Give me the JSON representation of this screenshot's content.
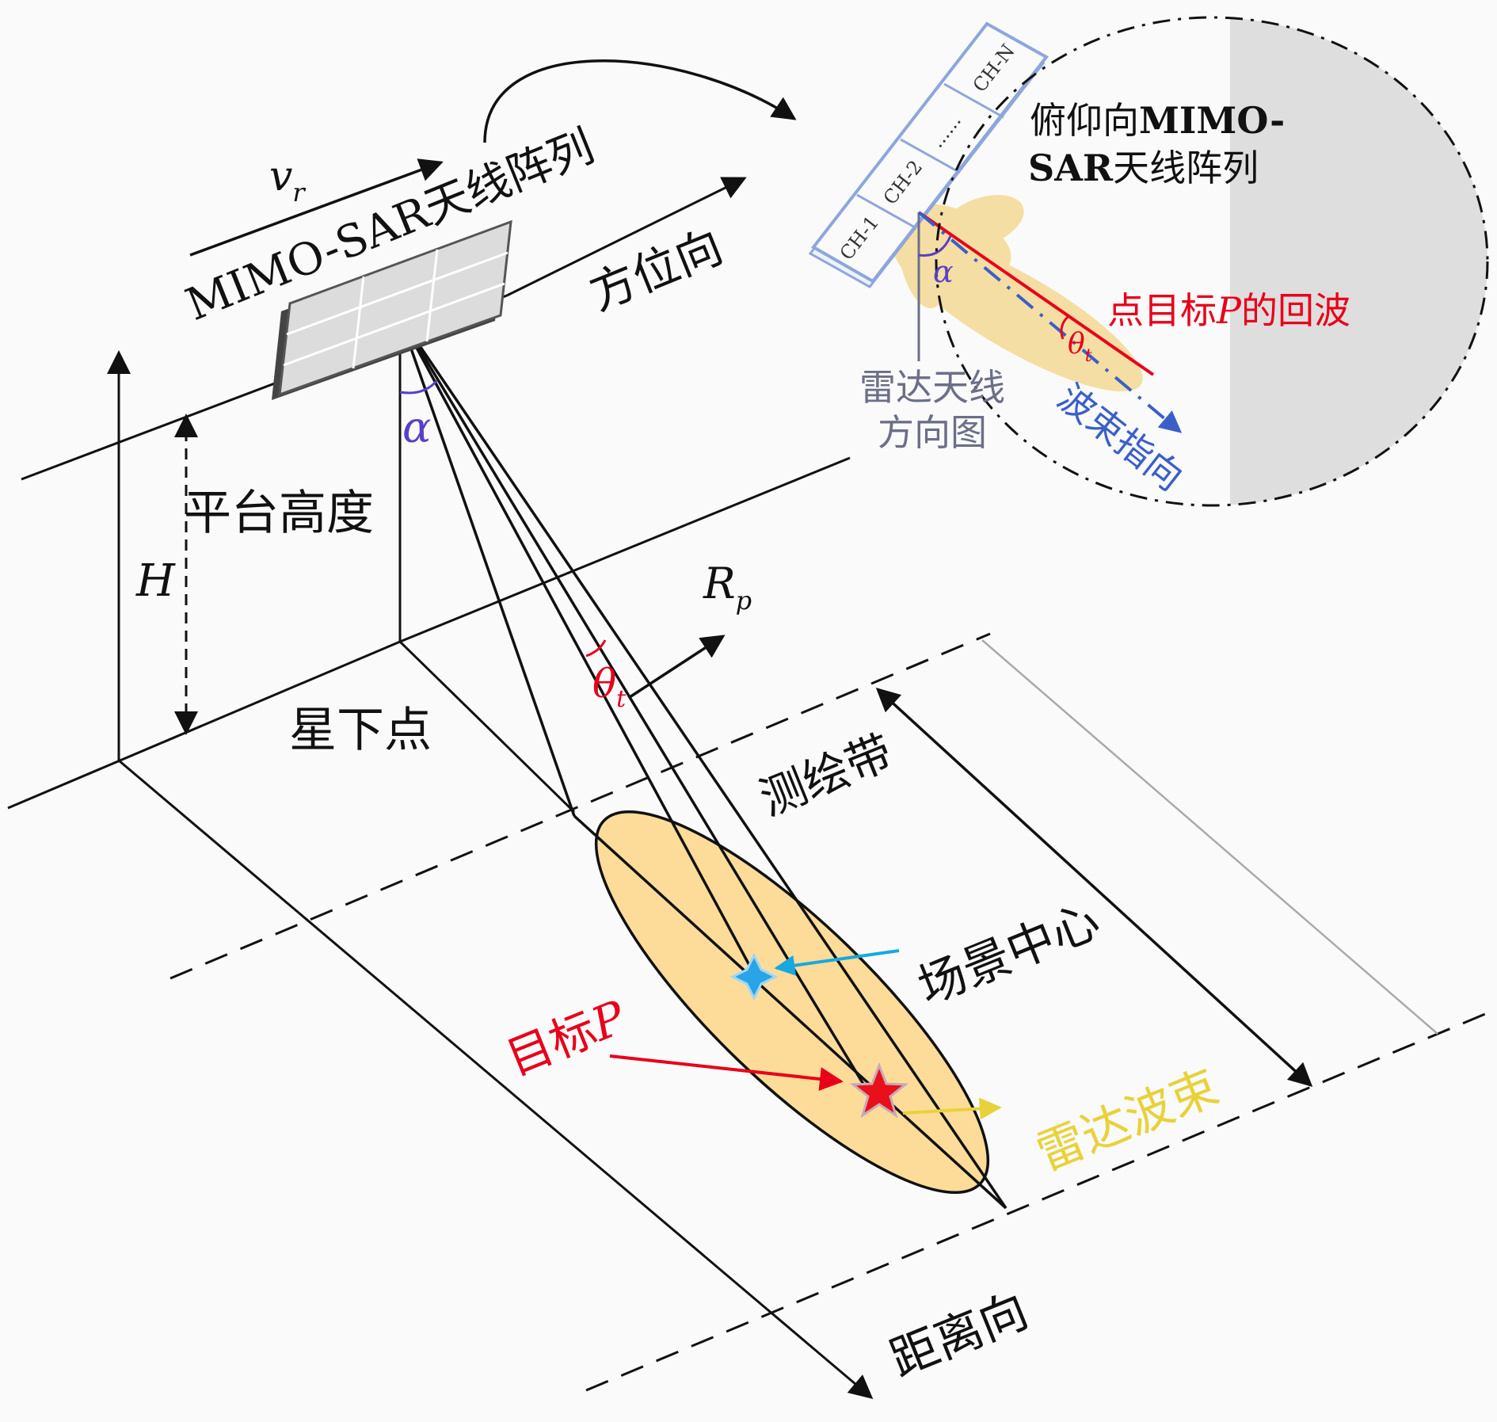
{
  "labels": {
    "antenna_array": "MIMO-SAR天线阵列",
    "velocity_var": "v",
    "velocity_sub": "r",
    "azimuth": "方位向",
    "platform_height": "平台高度",
    "height_var": "H",
    "nadir": "星下点",
    "alpha": "α",
    "rp_var": "R",
    "rp_sub": "p",
    "theta_var": "θ",
    "theta_sub": "t",
    "swath": "测绘带",
    "scene_center": "场景中心",
    "target": "目标",
    "target_var": "P",
    "radar_beam": "雷达波束",
    "range": "距离向"
  },
  "inset": {
    "title_line1_cn": "俯仰向",
    "title_line1_en": "MIMO-",
    "title_line2_en": "SAR",
    "title_line2_cn": "天线阵列",
    "ch1": "CH-1",
    "ch2": "CH-2",
    "dots": "......",
    "chN": "CH-N",
    "alpha": "α",
    "theta_var": "θ",
    "theta_sub": "t",
    "echo_prefix": "点目标",
    "echo_var": "P",
    "echo_suffix": "的回波",
    "pattern_line1": "雷达天线",
    "pattern_line2": "方向图",
    "beam_pointing": "波束指向"
  },
  "colors": {
    "beam_fill": "#fddc9a",
    "echo_red": "#e8001a",
    "alpha_blue": "#5a3fc8",
    "pattern_gray": "#6b6f88",
    "beam_dir_blue": "#3a5fc8",
    "scene_star": "#28a4e8",
    "target_star": "#e8101a",
    "yellow_text": "#e8d23a"
  }
}
